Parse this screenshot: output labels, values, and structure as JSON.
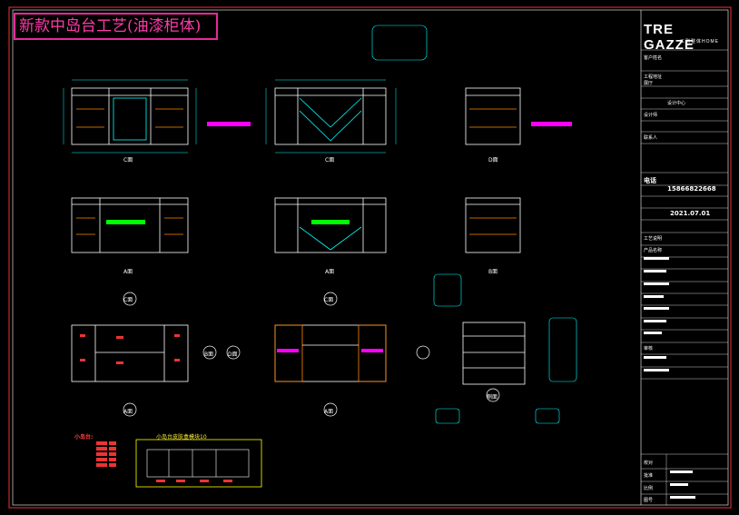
{
  "title": "新款中岛台工艺(油漆柜体)",
  "brand": {
    "name": "TRE GAZZE",
    "tagline": "三则整体HOME"
  },
  "views": {
    "c_front": "C面",
    "c_front2": "C面",
    "d_side": "D面",
    "a_front": "A面",
    "a_front2": "A面",
    "b_side": "B面",
    "a_plan": "A面",
    "a_plan2": "A面",
    "c_plan": "C面",
    "c_plan2": "C面",
    "b_plan": "B面",
    "d_plan": "D面",
    "section": "侧面"
  },
  "title_block": {
    "phone_label": "电话",
    "phone": "15866822668",
    "date": "2021.07.01",
    "rows": [
      "客户姓名",
      "工程地址",
      "展厅",
      "设计中心",
      "设计师",
      "电话",
      "联系人",
      "工艺说明",
      "产品名称",
      "审核",
      "校对",
      "批准",
      "比例",
      "图号"
    ]
  },
  "legend": {
    "label": "小岛台:"
  },
  "sub_title": "小岛台皮肤盒模块10"
}
